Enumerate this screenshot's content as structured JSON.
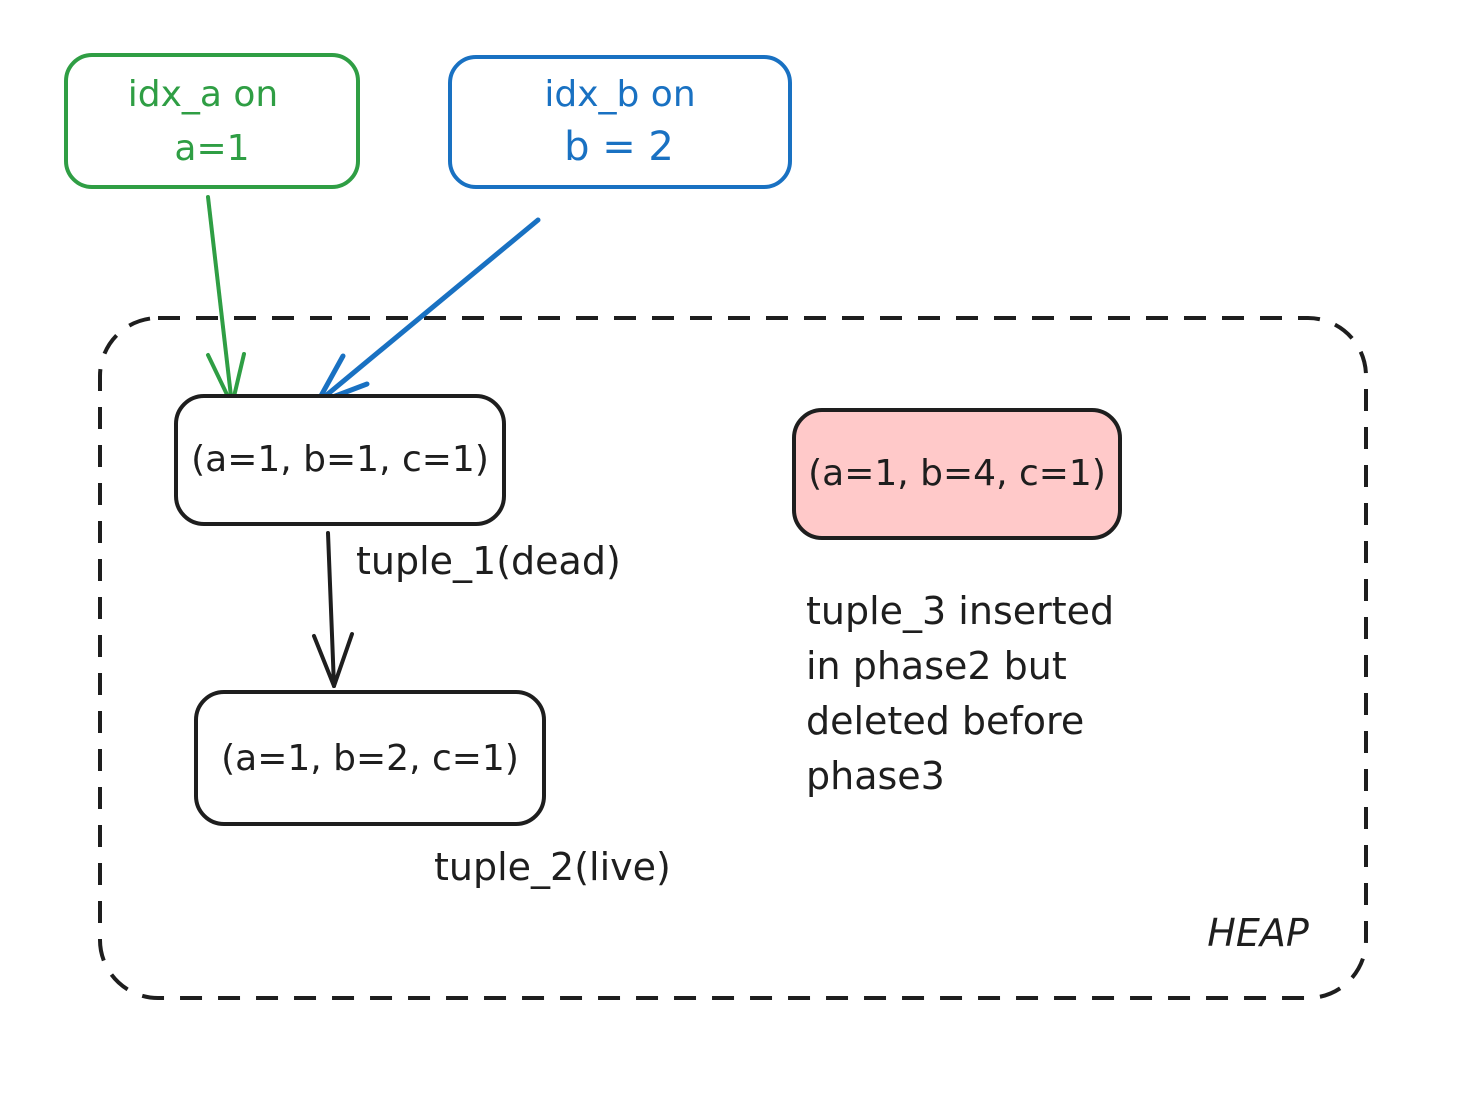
{
  "colors": {
    "green": "#2f9e44",
    "blue": "#1971c2",
    "black": "#1e1e1e",
    "pink_fill": "#ffc9c9",
    "background": "#ffffff"
  },
  "indexes": {
    "idx_a": {
      "line1": "idx_a on",
      "line2": "a=1"
    },
    "idx_b": {
      "line1": "idx_b on",
      "line2": "b = 2"
    }
  },
  "heap": {
    "label": "HEAP",
    "tuple_1": {
      "content": "(a=1, b=1, c=1)",
      "label": "tuple_1(dead)"
    },
    "tuple_2": {
      "content": "(a=1, b=2, c=1)",
      "label": "tuple_2(live)"
    },
    "tuple_3": {
      "content": "(a=1, b=4, c=1)",
      "note": [
        "tuple_3 inserted",
        "in phase2 but",
        "deleted before",
        "phase3"
      ]
    }
  }
}
